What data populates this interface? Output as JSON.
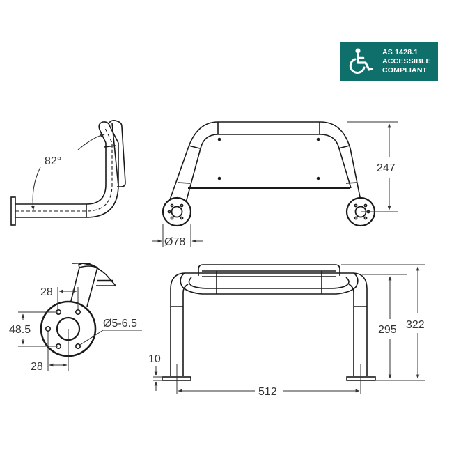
{
  "badge": {
    "icon": "wheelchair-icon",
    "line1": "AS 1428.1",
    "line2": "ACCESSIBLE",
    "line3": "COMPLIANT",
    "background_color": "#0e6f6b",
    "text_color": "#ffffff"
  },
  "side_view": {
    "angle_label": "82°"
  },
  "front_view": {
    "height_label": "247",
    "flange_diameter_label": "Ø78"
  },
  "flange_detail": {
    "horizontal_spacing_top_label": "28",
    "vertical_spacing_label": "48.5",
    "horizontal_spacing_bottom_label": "28",
    "hole_diameter_label": "Ø5-6.5"
  },
  "top_view": {
    "plate_thickness_label": "10",
    "width_label": "512",
    "inner_height_label": "295",
    "overall_height_label": "322"
  },
  "colors": {
    "line": "#1a1a1a",
    "dimension": "#333333"
  }
}
